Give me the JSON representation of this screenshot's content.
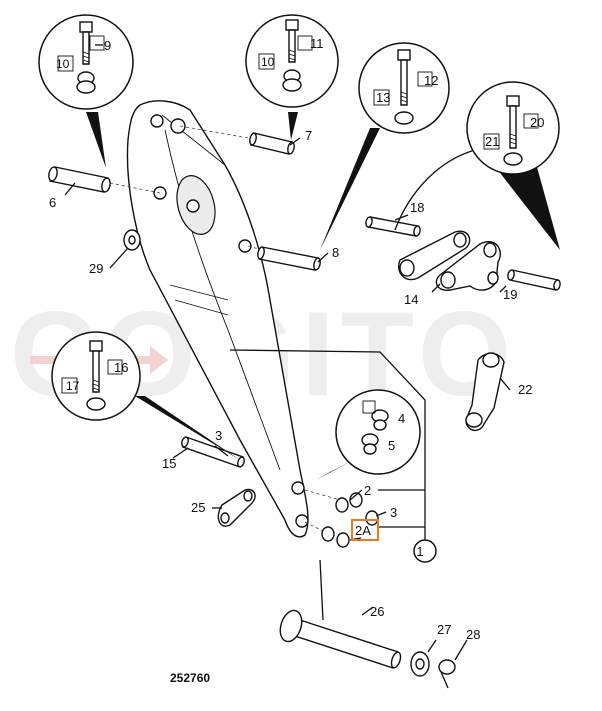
{
  "watermark": "COGITO",
  "reference_number": "252760",
  "labels": {
    "l1": "1",
    "l2": "2",
    "l2a": "2A",
    "l3a": "3",
    "l3b": "3",
    "l4": "4",
    "l5": "5",
    "l6": "6",
    "l7": "7",
    "l8": "8",
    "l9": "9",
    "l10a": "10",
    "l10b": "10",
    "l11": "11",
    "l12": "12",
    "l13": "13",
    "l14": "14",
    "l15": "15",
    "l16": "16",
    "l17": "17",
    "l18": "18",
    "l19": "19",
    "l20": "20",
    "l21": "21",
    "l22": "22",
    "l25": "25",
    "l26": "26",
    "l27": "27",
    "l28": "28",
    "l29": "29"
  },
  "highlighted_label": "2A",
  "colors": {
    "highlight": "#f07a1a",
    "line": "#111111",
    "watermark": "#eeeeee"
  }
}
